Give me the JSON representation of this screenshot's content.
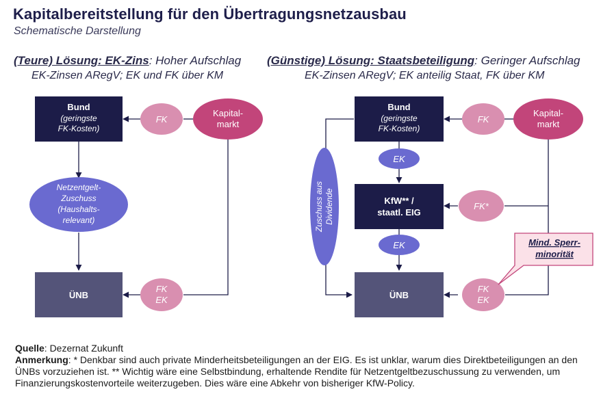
{
  "title": "Kapitalbereitstellung für den Übertragungsnetzausbau",
  "subtitle": "Schematische Darstellung",
  "left": {
    "heading_bold": "(Teure) Lösung: EK-Zins",
    "heading_rest": ": Hoher Aufschlag",
    "subheading": "EK-Zinsen ARegV; EK und FK über KM",
    "bund": [
      "Bund",
      "(geringste",
      "FK-Kosten)"
    ],
    "fk_top": "FK",
    "kapitalmarkt": [
      "Kapital-",
      "markt"
    ],
    "zuschuss": [
      "Netzentgelt-",
      "Zuschuss",
      "(Haushalts-",
      "relevant)"
    ],
    "unb": "ÜNB",
    "fk_ek": [
      "FK",
      "EK"
    ]
  },
  "right": {
    "heading_bold": "(Günstige) Lösung: Staatsbeteiligung",
    "heading_rest": ": Geringer Aufschlag",
    "subheading": "EK-Zinsen ARegV; EK anteilig Staat, FK über KM",
    "bund": [
      "Bund",
      "(geringste",
      "FK-Kosten)"
    ],
    "fk_top": "FK",
    "kapitalmarkt": [
      "Kapital-",
      "markt"
    ],
    "ek_upper": "EK",
    "kfw": [
      "KfW** /",
      "staatl. EIG"
    ],
    "fk_star": "FK*",
    "zuschuss_dividende": [
      "Zuschuss aus",
      "Dividende"
    ],
    "ek_lower": "EK",
    "unb": "ÜNB",
    "fk_ek": [
      "FK",
      "EK"
    ],
    "callout": [
      "Mind. Sperr-",
      "minorität"
    ]
  },
  "footer": {
    "source_label": "Quelle",
    "source_text": ": Dezernat Zukunft",
    "note_label": "Anmerkung",
    "note_text": ": * Denkbar sind auch private Minderheitsbeteiligungen an der EIG. Es ist unklar, warum dies Direktbeteiligungen an den ÜNBs vorzuziehen ist. ** Wichtig wäre eine Selbstbindung, erhaltende Rendite für Netzentgeltbezuschussung zu verwenden, um Finanzierungskostenvorteile weiterzugeben. Dies wäre eine Abkehr von bisheriger KfW-Policy."
  },
  "colors": {
    "navy": "#1c1c48",
    "slate": "#545479",
    "pink": "#d98fb0",
    "magenta": "#c2457a",
    "periwinkle": "#6a6ad0",
    "callout_bg": "#fbe1e8",
    "callout_border": "#c2457a"
  }
}
